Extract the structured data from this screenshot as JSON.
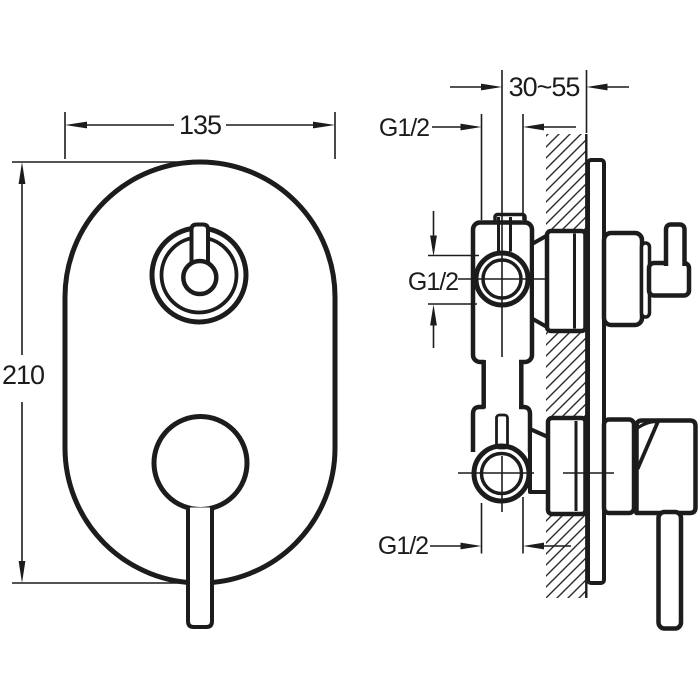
{
  "front_view": {
    "width_mm": "135",
    "height_mm": "210"
  },
  "side_view": {
    "wall_depth_range": "30~55",
    "thread_top": "G1/2",
    "thread_center": "G1/2",
    "thread_bottom": "G1/2"
  },
  "colors": {
    "line": "#1c1c1c",
    "background": "#ffffff"
  }
}
